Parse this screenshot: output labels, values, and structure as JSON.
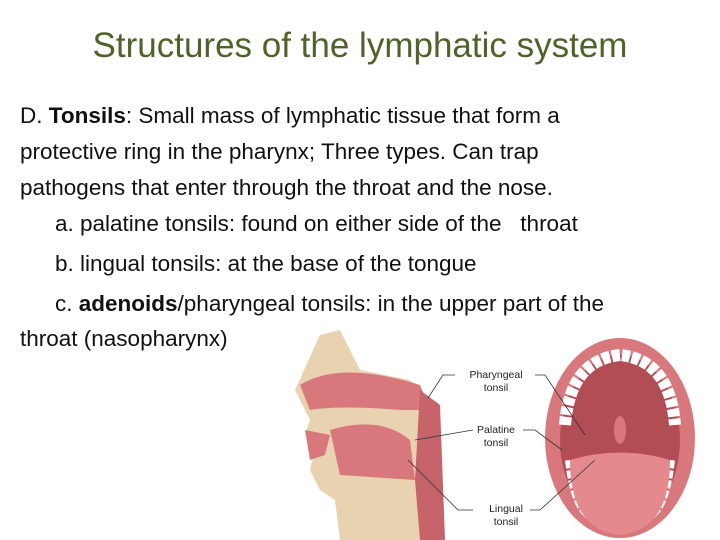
{
  "title": "Structures of the lymphatic system",
  "body": {
    "line1_prefix": "D. ",
    "line1_bold": "Tonsils",
    "line1_rest": ": Small mass of lymphatic tissue that form a",
    "line2": "protective ring in the pharynx; Three types. Can trap",
    "line3": "pathogens that enter through the throat and the nose.",
    "item_a": "a. palatine tonsils: found on either side of the   throat",
    "item_b": "b. lingual tonsils: at the base of the tongue",
    "item_c_prefix": "c. ",
    "item_c_bold": "adenoids",
    "item_c_rest": "/pharyngeal tonsils: in the upper part of the",
    "line_last": "throat (nasopharynx)"
  },
  "figure": {
    "labels": [
      {
        "line1": "Pharyngeal",
        "line2": "tonsil"
      },
      {
        "line1": "Palatine",
        "line2": "tonsil"
      },
      {
        "line1": "Lingual",
        "line2": "tonsil"
      }
    ],
    "colors": {
      "tissue": "#d9787c",
      "dark": "#b24c55",
      "bone": "#e8d2b0",
      "teeth": "#ffffff"
    }
  }
}
